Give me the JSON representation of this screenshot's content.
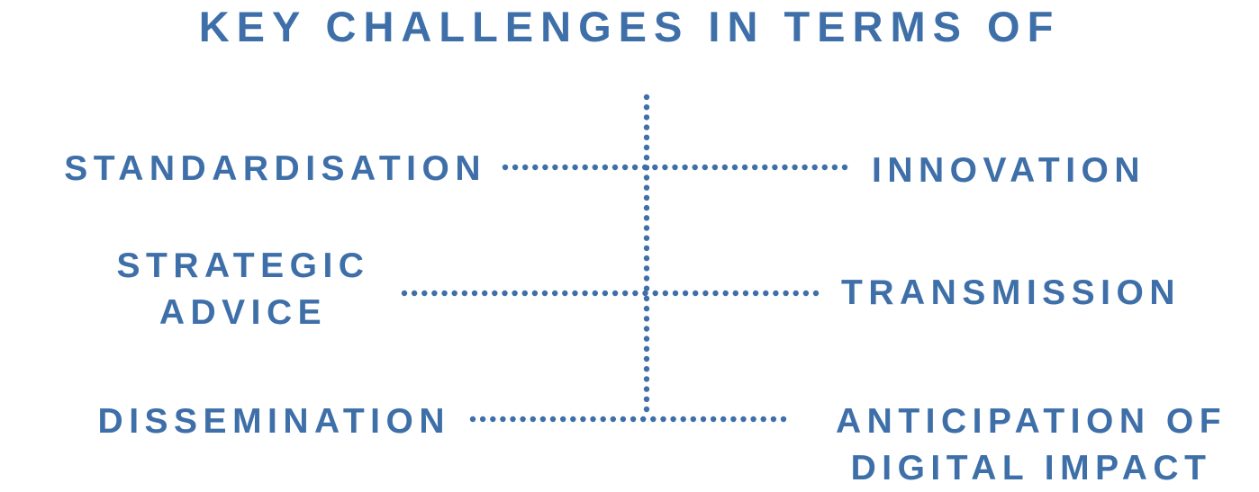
{
  "title": "KEY CHALLENGES IN TERMS OF",
  "left_items": {
    "item1": "STANDARDISATION",
    "item2_line1": "STRATEGIC",
    "item2_line2": "ADVICE",
    "item3": "DISSEMINATION"
  },
  "right_items": {
    "item1": "INNOVATION",
    "item2": "TRANSMISSION",
    "item3_line1": "ANTICIPATION OF",
    "item3_line2": "DIGITAL IMPACT"
  },
  "colors": {
    "text": "#3e6fa8",
    "dots": "#3e6fa8",
    "background": "#ffffff"
  }
}
